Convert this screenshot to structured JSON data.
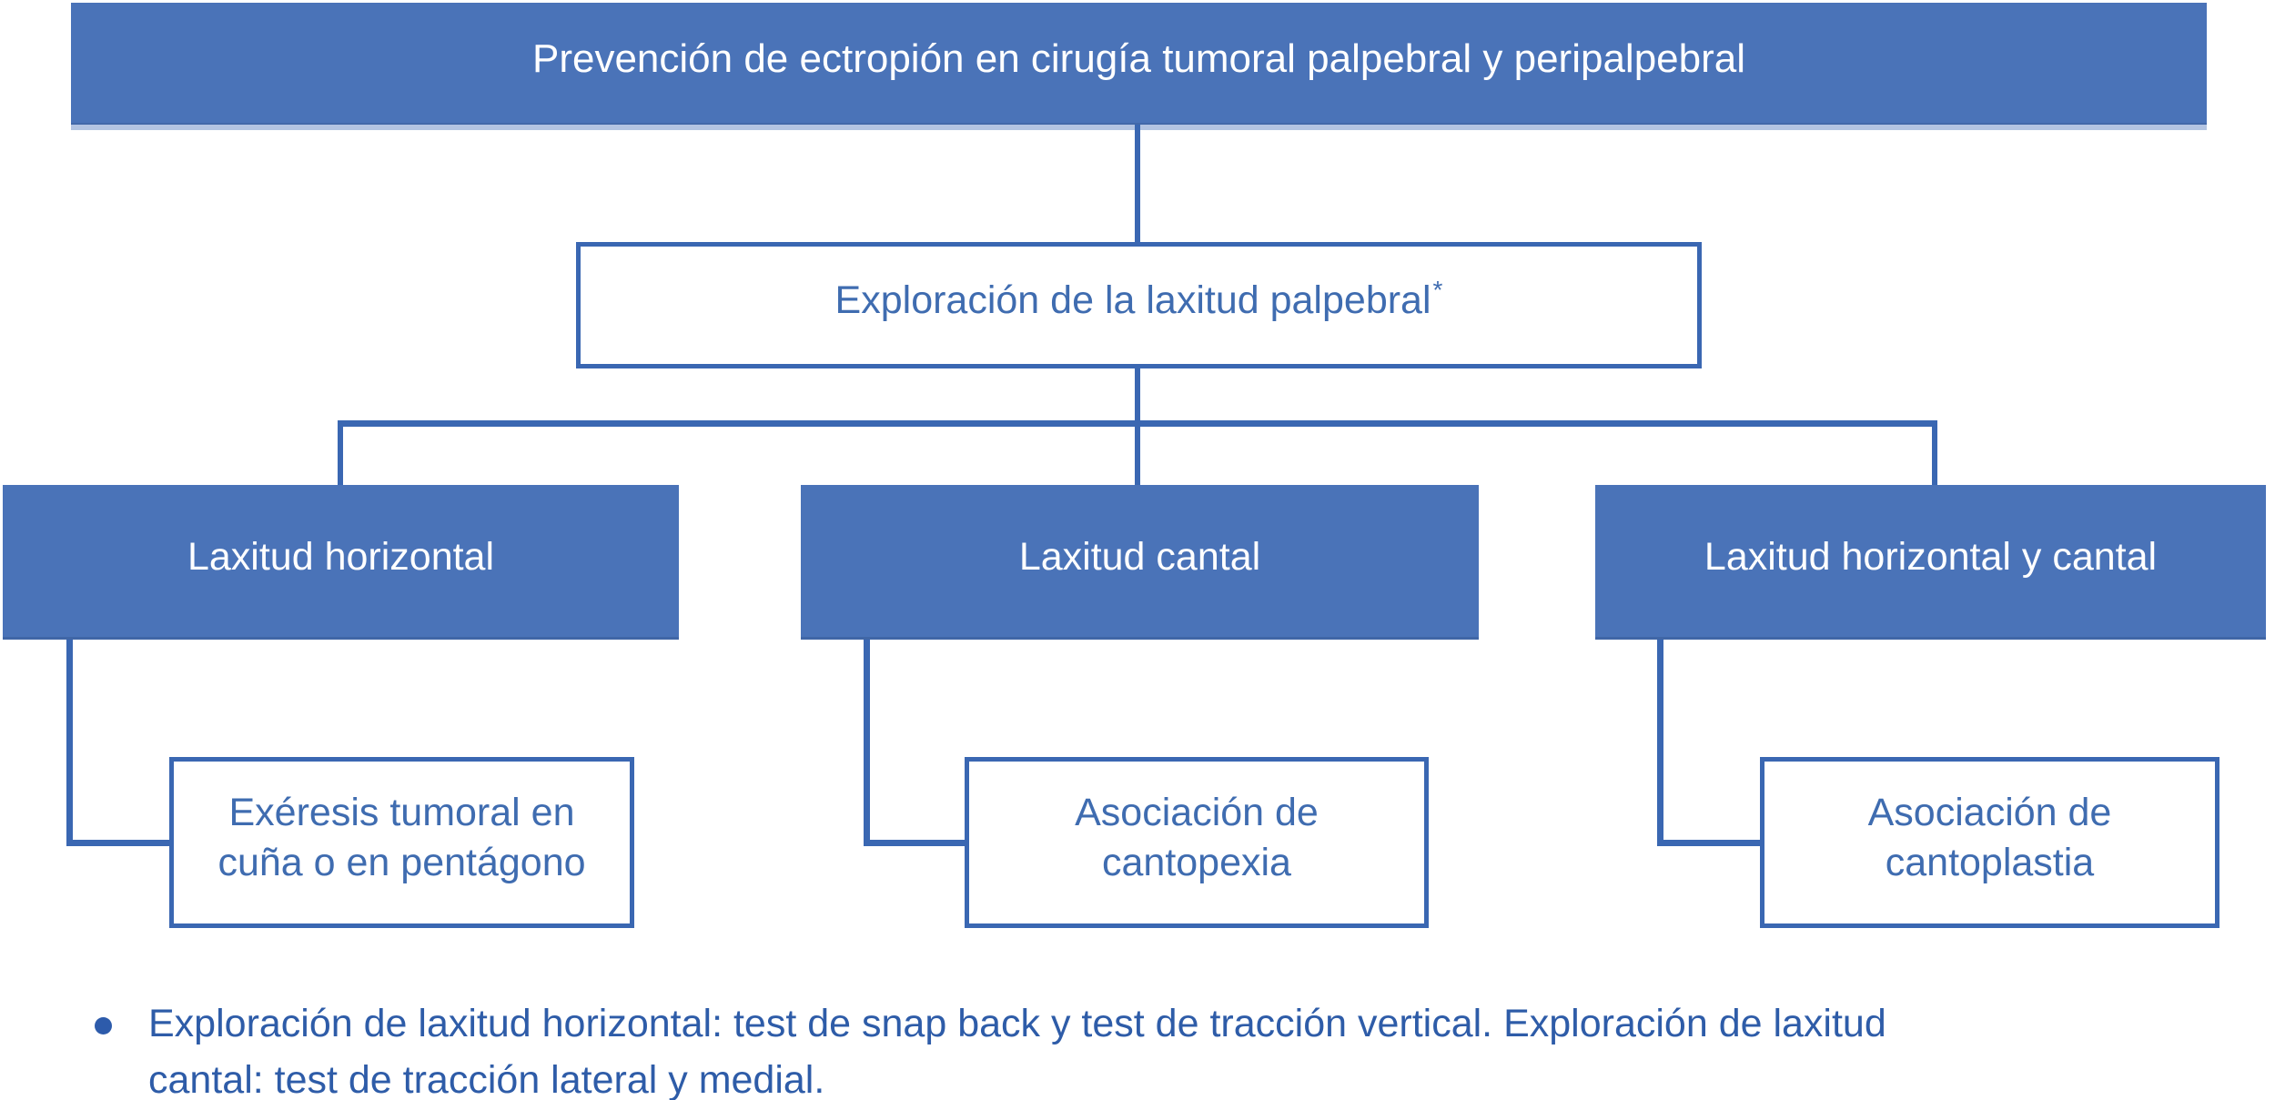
{
  "diagram": {
    "root": {
      "label": "Prevención de ectropión en cirugía tumoral palpebral y peripalpebral"
    },
    "exploration": {
      "label": "Exploración de la laxitud palpebral",
      "footnote_marker": "*"
    },
    "branches": [
      {
        "category": "Laxitud horizontal",
        "action_line1": "Exéresis tumoral en",
        "action_line2": "cuña o en pentágono"
      },
      {
        "category": "Laxitud cantal",
        "action_line1": "Asociación de",
        "action_line2": "cantopexia"
      },
      {
        "category": "Laxitud horizontal y cantal",
        "action_line1": "Asociación de",
        "action_line2": "cantoplastia"
      }
    ],
    "footnote": {
      "line1": "Exploración de laxitud horizontal: test de snap back y test de tracción vertical. Exploración de laxitud",
      "line2": "cantal: test de tracción lateral y medial."
    },
    "colors": {
      "node_fill": "#4a73b8",
      "connector_line": "#3a67b2",
      "outlined_box_text": "#3f6cb0",
      "note_text": "#2e5ca8",
      "node_text": "#ffffff"
    }
  }
}
